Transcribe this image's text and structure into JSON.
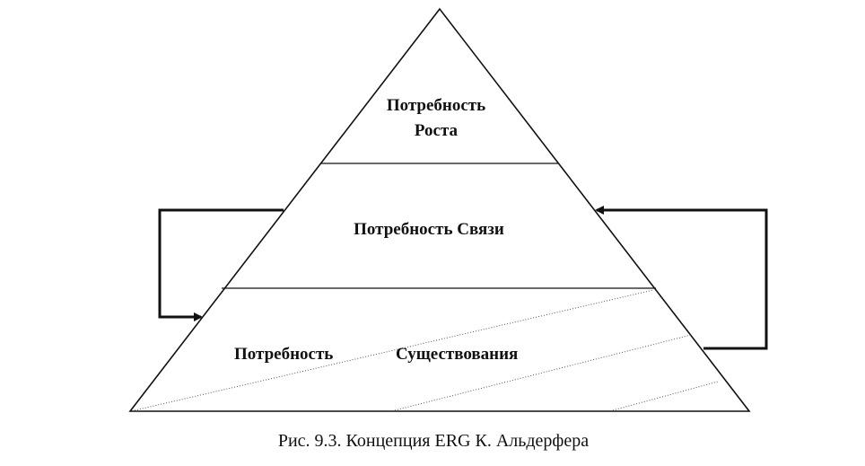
{
  "diagram": {
    "levels": [
      {
        "id": "growth",
        "label_lines": [
          "Потребность",
          "Роста"
        ]
      },
      {
        "id": "relatedness",
        "label_lines": [
          "Потребность Связи"
        ]
      },
      {
        "id": "existence",
        "label_parts": [
          "Потребность",
          "Существования"
        ]
      }
    ],
    "caption": "Рис. 9.3. Концепция ERG К. Альдерфера",
    "colors": {
      "line": "#111111",
      "background": "#ffffff",
      "hatch": "#555555"
    }
  }
}
